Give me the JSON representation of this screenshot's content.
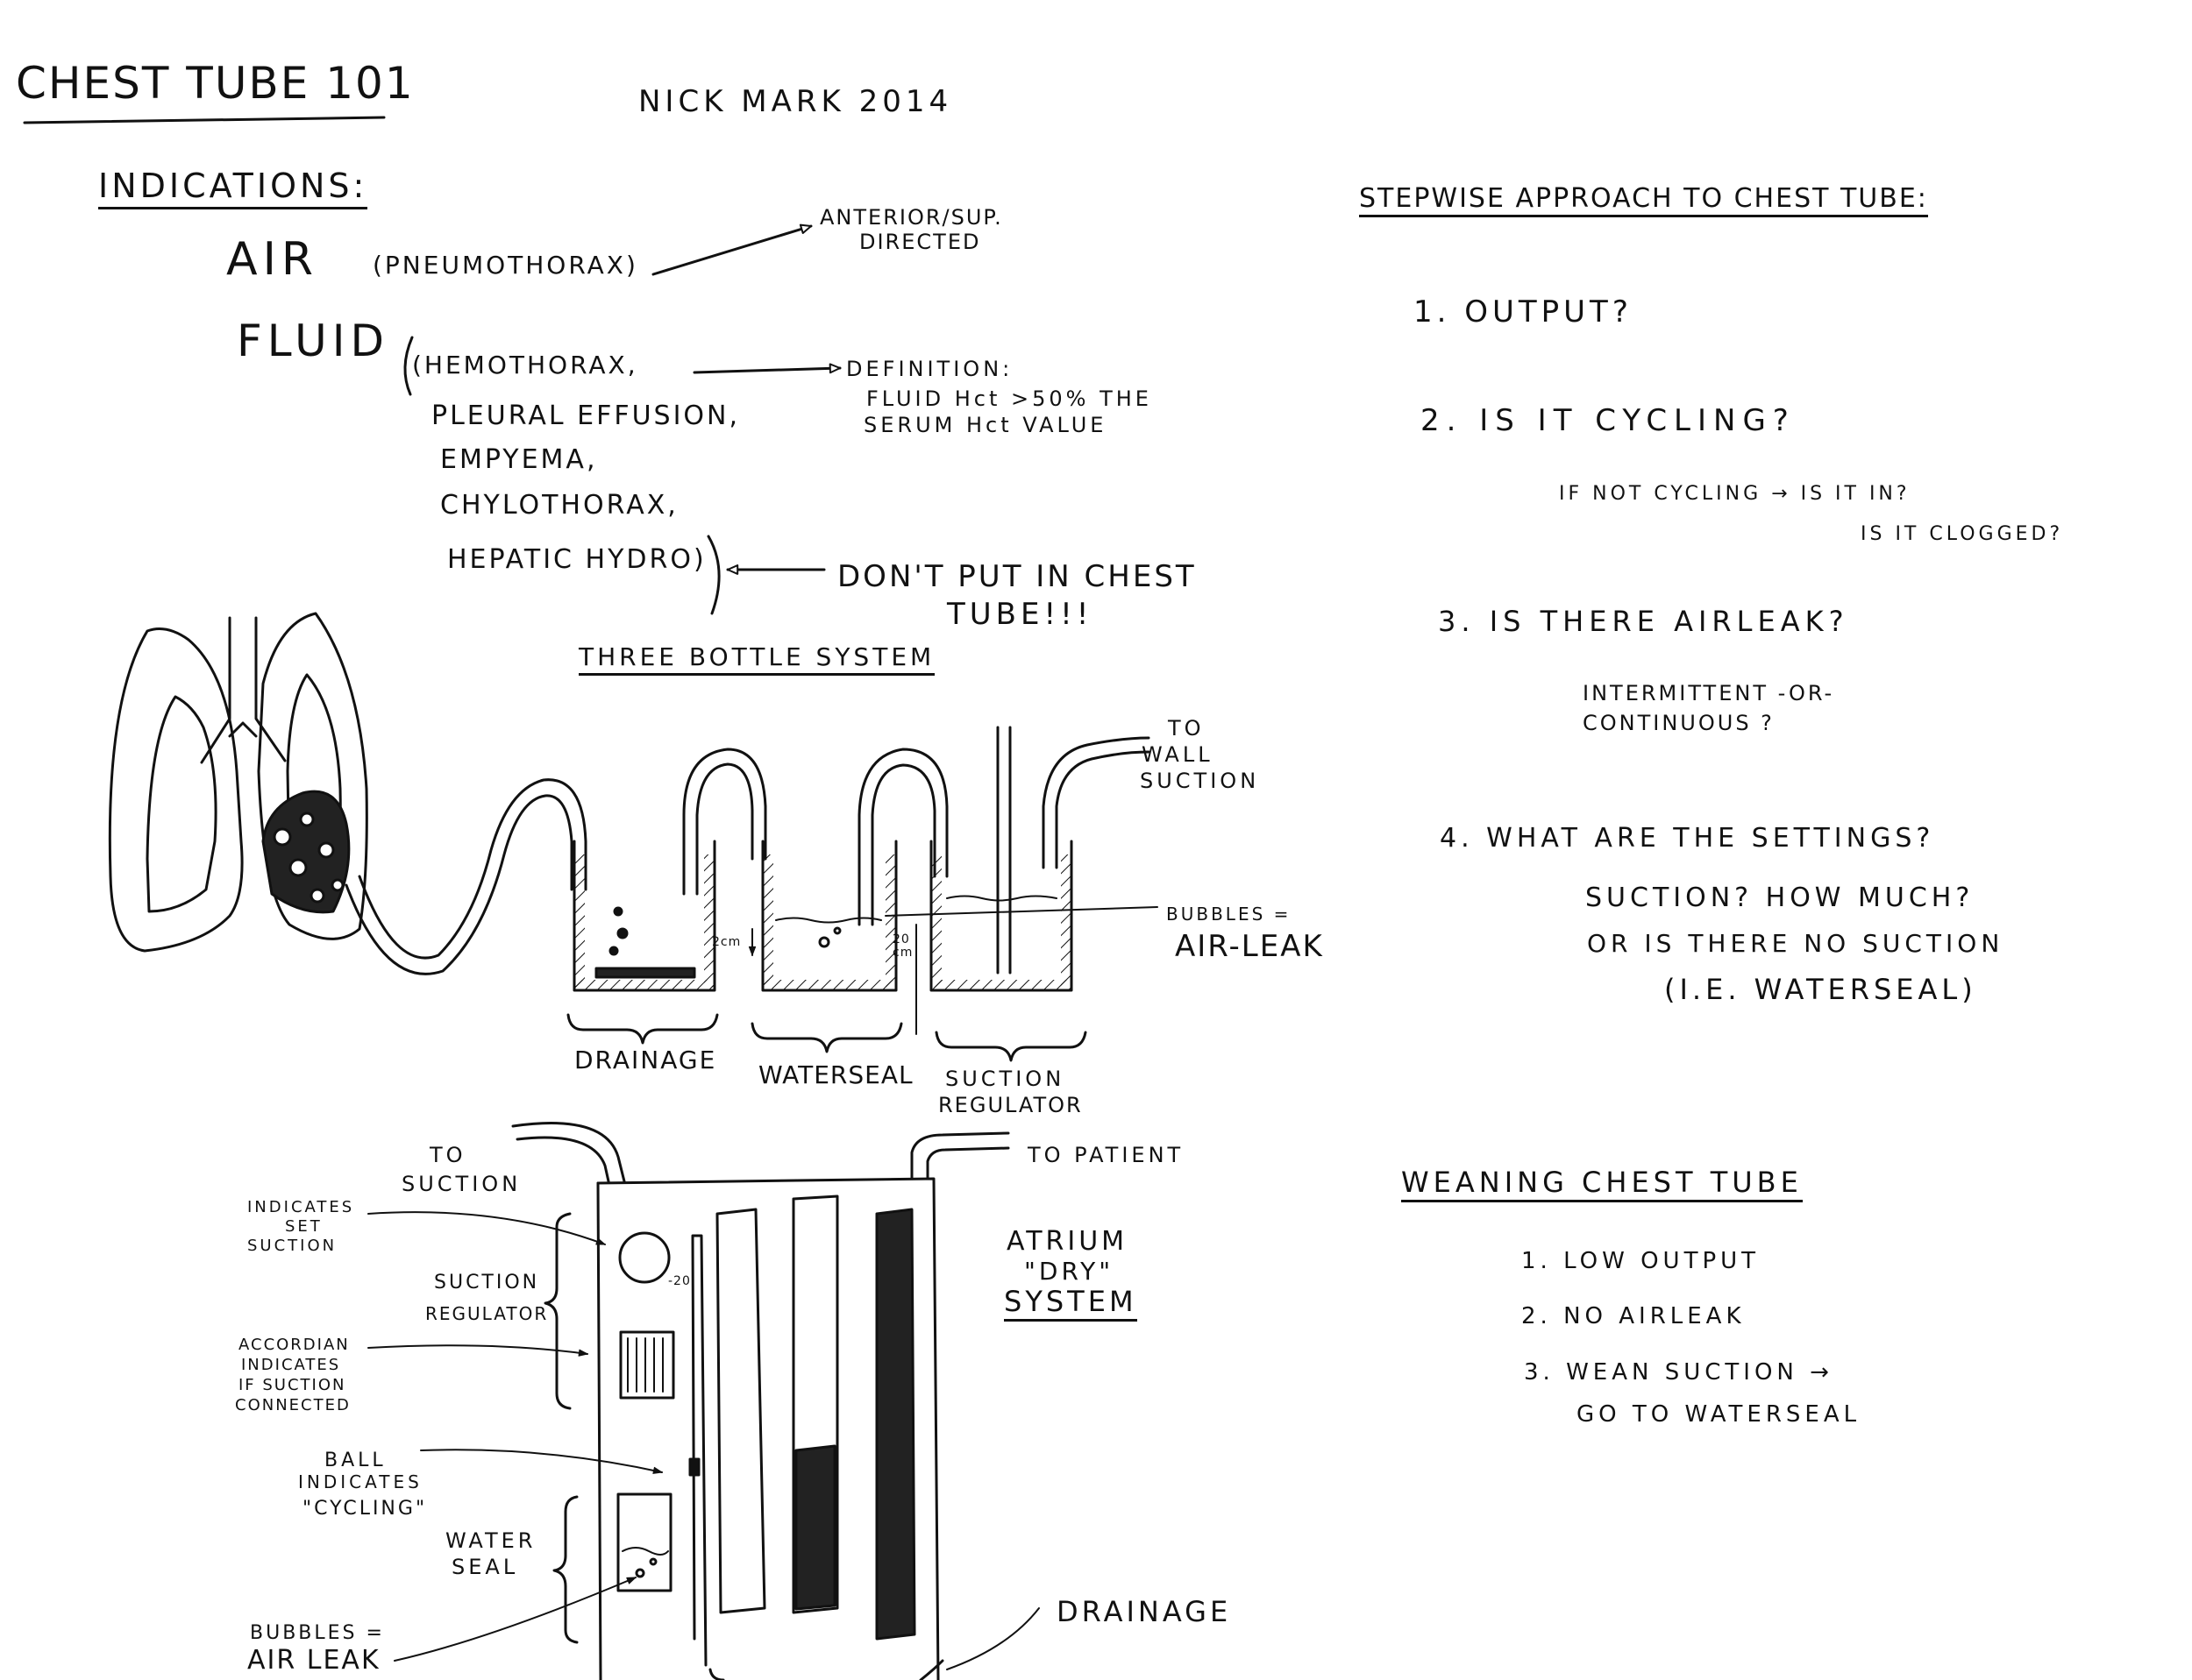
{
  "header": {
    "title": "CHEST TUBE 101",
    "author": "NICK MARK 2014"
  },
  "indications": {
    "heading": "INDICATIONS:",
    "air": {
      "label": "AIR",
      "paren": "(PNEUMOTHORAX)",
      "note_line1": "ANTERIOR/SUP.",
      "note_line2": "DIRECTED"
    },
    "fluid": {
      "label": "FLUID",
      "items": [
        "(HEMOTHORAX,",
        "PLEURAL EFFUSION,",
        "EMPYEMA,",
        "CHYLOTHORAX,",
        "HEPATIC HYDRO)"
      ]
    },
    "definition": {
      "line1": "DEFINITION:",
      "line2": "FLUID Hct >50% THE",
      "line3": "SERUM Hct VALUE"
    },
    "warning": {
      "line1": "DON'T PUT IN CHEST",
      "line2": "TUBE!!!"
    }
  },
  "three_bottle": {
    "title": "THREE BOTTLE SYSTEM",
    "to_wall": [
      "TO",
      "WALL",
      "SUCTION"
    ],
    "bubbles": "BUBBLES =",
    "air_leak": "AIR-LEAK",
    "depth_small": "2cm",
    "depth_large": "20 cm",
    "labels": {
      "drainage": "DRAINAGE",
      "waterseal": "WATERSEAL",
      "suction1": "SUCTION",
      "suction2": "REGULATOR"
    }
  },
  "atrium": {
    "to_suction": [
      "TO",
      "SUCTION"
    ],
    "to_patient": "TO PATIENT",
    "indicates_set": [
      "INDICATES",
      "SET",
      "SUCTION"
    ],
    "suction_reg": [
      "SUCTION",
      "REGULATOR"
    ],
    "accordian": [
      "ACCORDIAN",
      "INDICATES",
      "IF SUCTION",
      "CONNECTED"
    ],
    "ball": [
      "BALL",
      "INDICATES",
      "\"CYCLING\""
    ],
    "water_seal": [
      "WATER",
      "SEAL"
    ],
    "bubbles": [
      "BUBBLES =",
      "AIR LEAK"
    ],
    "system_name": [
      "ATRIUM",
      "\"DRY\"",
      "SYSTEM"
    ],
    "drainage": "DRAINAGE",
    "dial_mark": "-20"
  },
  "stepwise": {
    "title": "STEPWISE APPROACH TO CHEST TUBE:",
    "step1": "1. OUTPUT?",
    "step2": "2. IS IT CYCLING?",
    "step2_sub1": "IF NOT CYCLING → IS IT IN?",
    "step2_sub2": "IS IT CLOGGED?",
    "step3": "3. IS THERE AIRLEAK?",
    "step3_sub1": "INTERMITTENT -OR-",
    "step3_sub2": "CONTINUOUS ?",
    "step4": "4. WHAT ARE THE SETTINGS?",
    "step4_sub1": "SUCTION? HOW MUCH?",
    "step4_sub2": "OR IS THERE NO SUCTION",
    "step4_sub3": "(I.E. WATERSEAL)"
  },
  "weaning": {
    "title": "WEANING CHEST TUBE",
    "items": [
      "1. LOW OUTPUT",
      "2. NO AIRLEAK",
      "3. WEAN SUCTION →",
      "GO TO WATERSEAL"
    ]
  },
  "icons": [
    "lungs-icon",
    "fluid-collection-icon",
    "arrow-icon"
  ],
  "colors": {
    "ink": "#111111",
    "paper": "#ffffff"
  }
}
